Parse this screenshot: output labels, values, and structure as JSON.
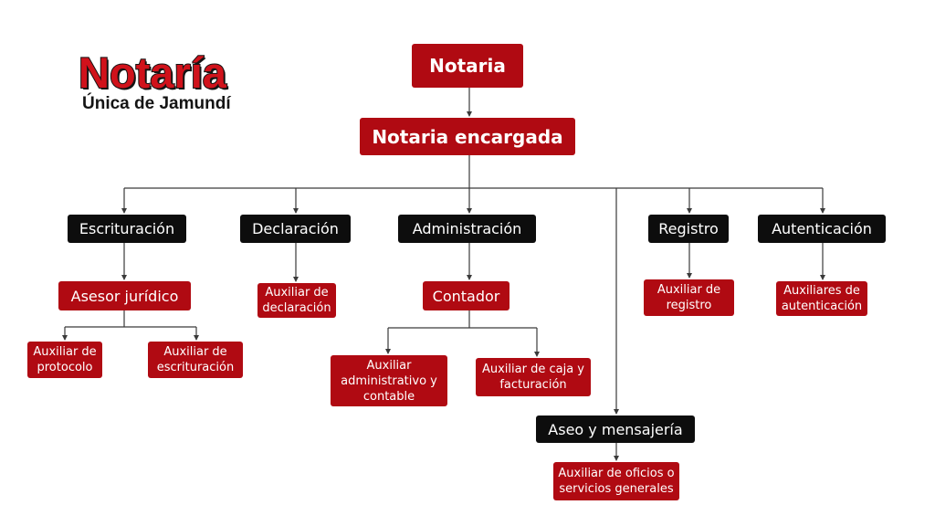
{
  "logo": {
    "title": "Notaría",
    "subtitle": "Única de Jamundí"
  },
  "chart": {
    "notaria": "Notaria",
    "notaria_encargada": "Notaria encargada",
    "escrituracion": "Escrituración",
    "declaracion": "Declaración",
    "administracion": "Administración",
    "registro": "Registro",
    "autenticacion": "Autenticación",
    "asesor_juridico": "Asesor jurídico",
    "contador": "Contador",
    "auxiliar_declaracion": [
      "Auxiliar de",
      "declaración"
    ],
    "auxiliar_registro": [
      "Auxiliar de",
      "registro"
    ],
    "auxiliares_autenticacion": [
      "Auxiliares de",
      "autenticación"
    ],
    "auxiliar_protocolo": [
      "Auxiliar de",
      "protocolo"
    ],
    "auxiliar_escrituracion": [
      "Auxiliar de",
      "escrituración"
    ],
    "auxiliar_administrativo": [
      "Auxiliar",
      "administrativo y",
      "contable"
    ],
    "auxiliar_caja": [
      "Auxiliar de caja y",
      "facturación"
    ],
    "aseo_mensajeria": "Aseo y mensajería",
    "auxiliar_oficios": [
      "Auxiliar de oficios o",
      "servicios generales"
    ]
  },
  "colors": {
    "red": "#b00a12",
    "dark": "#0d0d0d",
    "line": "#3a3a3a"
  }
}
